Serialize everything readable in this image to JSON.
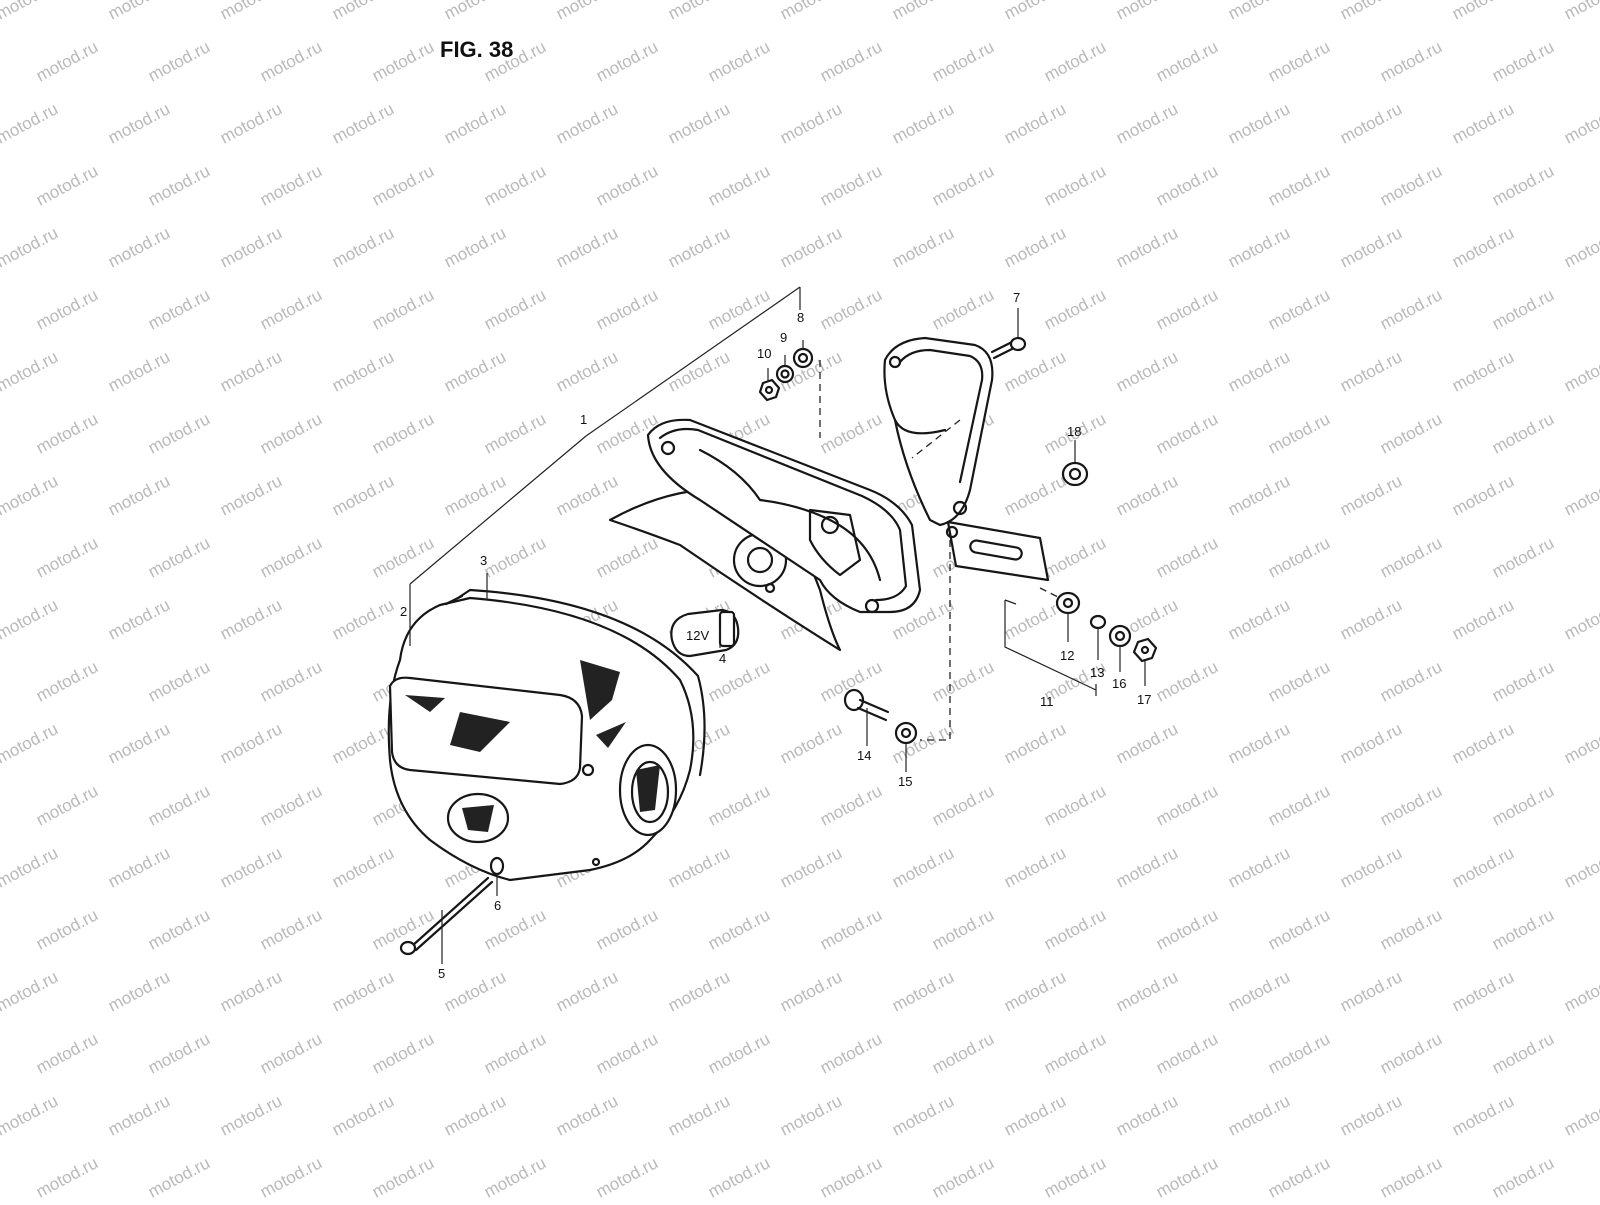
{
  "figure": {
    "title": "FIG. 38",
    "watermark": "motod.ru"
  },
  "callouts": [
    "1",
    "2",
    "3",
    "4",
    "5",
    "6",
    "7",
    "8",
    "9",
    "10",
    "11",
    "12",
    "13",
    "14",
    "15",
    "16",
    "17",
    "18"
  ],
  "bulb_marking": "12V",
  "colors": {
    "ink": "#161616",
    "watermark": "#b9b9b9",
    "background": "#ffffff"
  }
}
